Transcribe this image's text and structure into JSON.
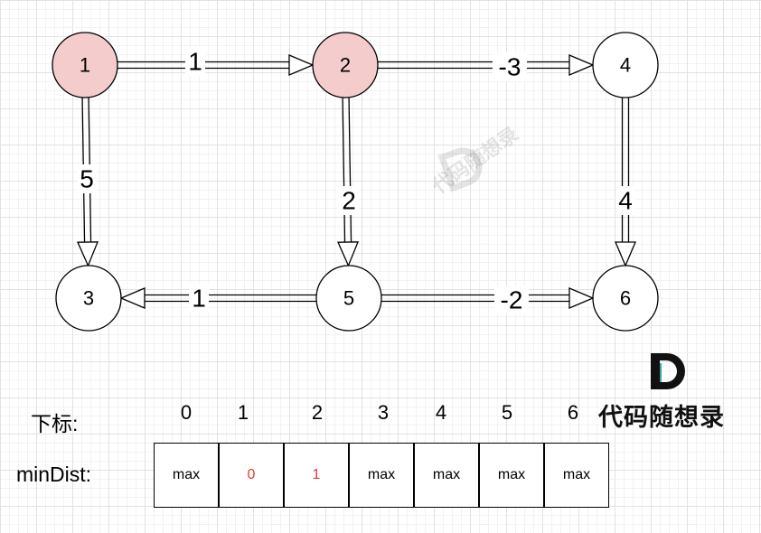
{
  "colors": {
    "visited_fill": "#f4cccc",
    "normal_fill": "#ffffff",
    "stroke": "#000000",
    "highlight_text": "#e53935",
    "logo_dark": "#111111",
    "logo_teal": "#3aa6a6"
  },
  "graph": {
    "nodes": [
      {
        "id": "n1",
        "label": "1",
        "visited": true
      },
      {
        "id": "n2",
        "label": "2",
        "visited": true
      },
      {
        "id": "n4",
        "label": "4",
        "visited": false
      },
      {
        "id": "n3",
        "label": "3",
        "visited": false
      },
      {
        "id": "n5",
        "label": "5",
        "visited": false
      },
      {
        "id": "n6",
        "label": "6",
        "visited": false
      }
    ],
    "edges": [
      {
        "from": "n1",
        "to": "n2",
        "weight": "1"
      },
      {
        "from": "n2",
        "to": "n4",
        "weight": "-3"
      },
      {
        "from": "n1",
        "to": "n3",
        "weight": "5"
      },
      {
        "from": "n2",
        "to": "n5",
        "weight": "2"
      },
      {
        "from": "n4",
        "to": "n6",
        "weight": "4"
      },
      {
        "from": "n5",
        "to": "n3",
        "weight": "1"
      },
      {
        "from": "n5",
        "to": "n6",
        "weight": "-2"
      }
    ]
  },
  "table": {
    "index_label": "下标:",
    "row_label": "minDist:",
    "indices": [
      "0",
      "1",
      "2",
      "3",
      "4",
      "5",
      "6"
    ],
    "values": [
      {
        "text": "max",
        "highlight": false
      },
      {
        "text": "0",
        "highlight": true
      },
      {
        "text": "1",
        "highlight": true
      },
      {
        "text": "max",
        "highlight": false
      },
      {
        "text": "max",
        "highlight": false
      },
      {
        "text": "max",
        "highlight": false
      },
      {
        "text": "max",
        "highlight": false
      }
    ]
  },
  "brand": {
    "logo_icon": "d-logo-icon",
    "name": "代码随想录"
  }
}
